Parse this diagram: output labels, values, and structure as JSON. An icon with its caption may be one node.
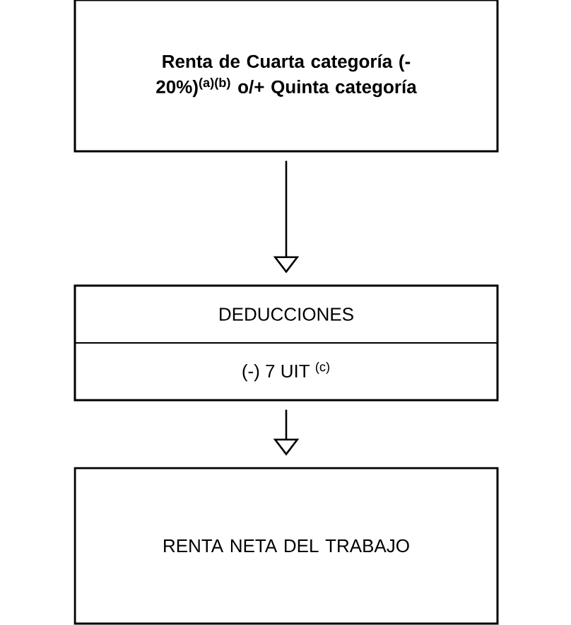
{
  "diagram": {
    "nodes": [
      {
        "text": [
          "Renta de Cuarta categoría (- 20%)$^{(a)(b)}$ o/+ Quinta categoría"
        ]
      },
      {
        "text": [
          "DEDUCCIONES",
          "(-) 7 UIT $^{(c)}$"
        ]
      },
      {
        "text": [
          "RENTA NETA DEL TRABAJO"
        ]
      }
    ],
    "edges": [
      {
        "from": 0,
        "to": 1,
        "arrow": "to"
      },
      {
        "from": 1,
        "to": 2,
        "arrow": "to"
      }
    ]
  }
}
